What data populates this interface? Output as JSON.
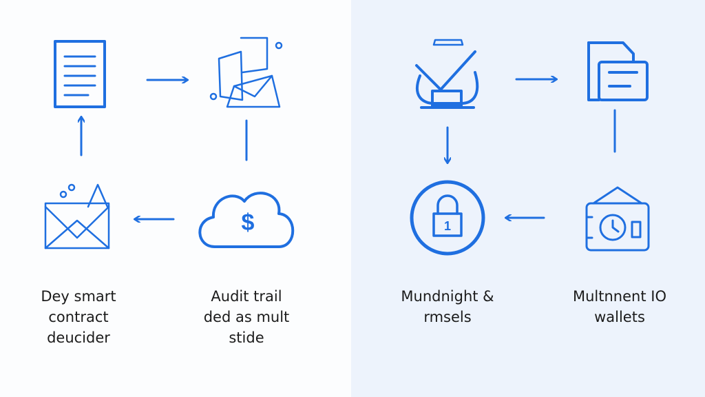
{
  "colors": {
    "accent": "#1f6fe0",
    "left_bg": "#fcfdfe",
    "right_bg": "#edf3fc"
  },
  "nodes": [
    {
      "icon": "document-icon",
      "label_lines": [
        "Dey smart",
        "contract",
        "deucider"
      ]
    },
    {
      "icon": "package-icon",
      "label_lines": [
        "Audit trail",
        "ded as mult",
        "stide"
      ]
    },
    {
      "icon": "checkmark-icon",
      "label_lines": [
        "Mundnight &",
        "rmsels"
      ]
    },
    {
      "icon": "files-icon",
      "label_lines": [
        "Multnnent IO",
        "wallets"
      ]
    }
  ],
  "extra_icons": [
    "envelope-icon",
    "cloud-dollar-icon",
    "lock-icon",
    "clock-wallet-icon"
  ],
  "cloud_symbol": "$",
  "lock_number": "1"
}
